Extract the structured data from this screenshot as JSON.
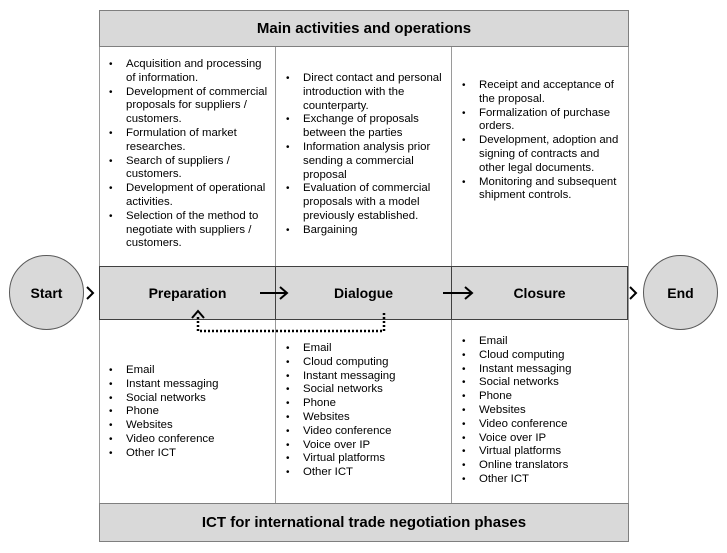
{
  "top_banner": "Main activities and operations",
  "bottom_banner": "ICT for international trade negotiation phases",
  "start_label": "Start",
  "end_label": "End",
  "phases": [
    "Preparation",
    "Dialogue",
    "Closure"
  ],
  "activities": {
    "preparation": [
      "Acquisition and processing of information.",
      "Development of commercial proposals for suppliers / customers.",
      "Formulation of market researches.",
      "Search of suppliers / customers.",
      "Development of operational activities.",
      "Selection of the method to negotiate with suppliers / customers."
    ],
    "dialogue": [
      "Direct contact and personal introduction with the counterparty.",
      "Exchange of proposals between the parties",
      "Information analysis prior sending a commercial proposal",
      "Evaluation of commercial proposals with a model previously established.",
      "Bargaining"
    ],
    "closure": [
      "Receipt and acceptance of the proposal.",
      "Formalization of purchase orders.",
      "Development, adoption and signing of contracts and other legal documents.",
      "Monitoring and subsequent shipment controls."
    ]
  },
  "ict": {
    "preparation": [
      "Email",
      "Instant messaging",
      "Social networks",
      "Phone",
      "Websites",
      "Video conference",
      "Other ICT"
    ],
    "dialogue": [
      "Email",
      "Cloud computing",
      "Instant messaging",
      "Social networks",
      "Phone",
      "Websites",
      "Video conference",
      "Voice over IP",
      "Virtual platforms",
      "Other ICT"
    ],
    "closure": [
      "Email",
      "Cloud computing",
      "Instant messaging",
      "Social networks",
      "Phone",
      "Websites",
      "Video conference",
      "Voice over IP",
      "Virtual platforms",
      "Online translators",
      "Other ICT"
    ]
  }
}
